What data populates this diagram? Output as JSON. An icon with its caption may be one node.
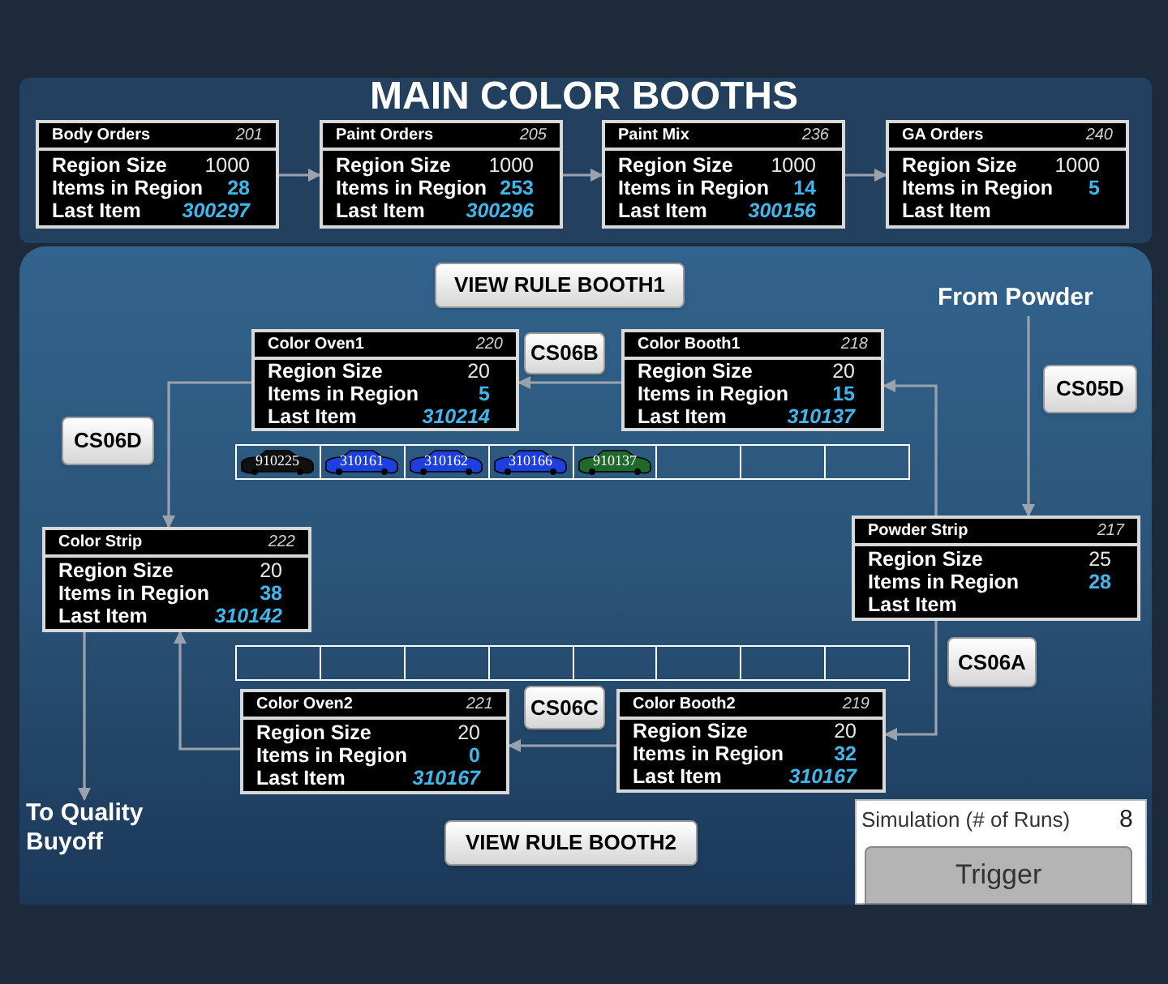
{
  "diagram": {
    "title": "MAIN COLOR BOOTHS",
    "nodes": [
      {
        "text": [
          "Body Orders",
          "201",
          "Region Size",
          "1000",
          "Items in Region",
          "28",
          "Last Item",
          "300297"
        ]
      },
      {
        "text": [
          "Paint Orders",
          "205",
          "Region Size",
          "1000",
          "Items in Region",
          "253",
          "Last Item",
          "300296"
        ]
      },
      {
        "text": [
          "Paint Mix",
          "236",
          "Region Size",
          "1000",
          "Items in Region",
          "14",
          "Last Item",
          "300156"
        ]
      },
      {
        "text": [
          "GA Orders",
          "240",
          "Region Size",
          "1000",
          "Items in Region",
          "5",
          "Last Item"
        ]
      },
      {
        "text": [
          "From Powder"
        ]
      },
      {
        "text": [
          "Color Oven1",
          "220",
          "Region Size",
          "20",
          "Items in Region",
          "5",
          "Last Item",
          "310214"
        ]
      },
      {
        "text": [
          "Color Booth1",
          "218",
          "Region Size",
          "20",
          "Items in Region",
          "15",
          "Last Item",
          "310137"
        ]
      },
      {
        "text": [
          "Color Strip",
          "222",
          "Region Size",
          "20",
          "Items in Region",
          "38",
          "Last Item",
          "310142"
        ]
      },
      {
        "text": [
          "Powder Strip",
          "217",
          "Region Size",
          "25",
          "Items in Region",
          "28",
          "Last Item"
        ]
      },
      {
        "text": [
          "Color Oven2",
          "221",
          "Region Size",
          "20",
          "Items in Region",
          "0",
          "Last Item",
          "310167"
        ]
      },
      {
        "text": [
          "Color Booth2",
          "219",
          "Region Size",
          "20",
          "Items in Region",
          "32",
          "Last Item",
          "310167"
        ]
      },
      {
        "text": [
          "To Quality Buyoff"
        ]
      }
    ],
    "edges": [
      {
        "from": 0,
        "to": 1,
        "arrow": "to"
      },
      {
        "from": 1,
        "to": 2,
        "arrow": "to"
      },
      {
        "from": 2,
        "to": 3,
        "arrow": "to"
      },
      {
        "from": 4,
        "to": 8,
        "arrow": "to"
      },
      {
        "from": 8,
        "to": 6,
        "arrow": "to"
      },
      {
        "from": 8,
        "to": 10,
        "arrow": "to"
      },
      {
        "from": 6,
        "to": 5,
        "arrow": "to"
      },
      {
        "from": 5,
        "to": 7,
        "arrow": "to"
      },
      {
        "from": 10,
        "to": 9,
        "arrow": "to"
      },
      {
        "from": 9,
        "to": 7,
        "arrow": "to"
      },
      {
        "from": 7,
        "to": 11,
        "arrow": "to"
      }
    ],
    "labels": [
      "VIEW RULE BOOTH1",
      "CS06B",
      "CS05D",
      "CS06D",
      "910225",
      "310161",
      "310162",
      "310166",
      "910137",
      "CS06A",
      "CS06C",
      "VIEW RULE BOOTH2",
      "Simulation (# of Runs)",
      "8",
      "Trigger"
    ]
  }
}
